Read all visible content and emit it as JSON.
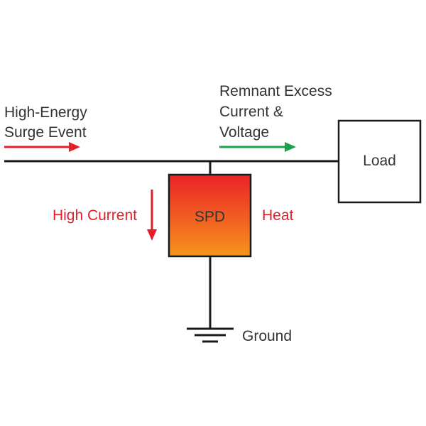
{
  "labels": {
    "surge_event": [
      "High-Energy",
      "Surge Event"
    ],
    "remnant": [
      "Remnant Excess",
      "Current &",
      "Voltage"
    ],
    "load": "Load",
    "spd": "SPD",
    "high_current": "High Current",
    "heat": "Heat",
    "ground": "Ground"
  },
  "colors": {
    "red": "#e41e2b",
    "green": "#16a34a",
    "line": "#1a1a1a",
    "text": "#333333",
    "spd_top": "#ea2227",
    "spd_bottom": "#f7941d"
  },
  "icons": {
    "surge_arrow": "arrow-right-icon",
    "remnant_arrow": "arrow-right-icon",
    "current_arrow": "arrow-down-icon",
    "ground_symbol": "ground-icon"
  }
}
